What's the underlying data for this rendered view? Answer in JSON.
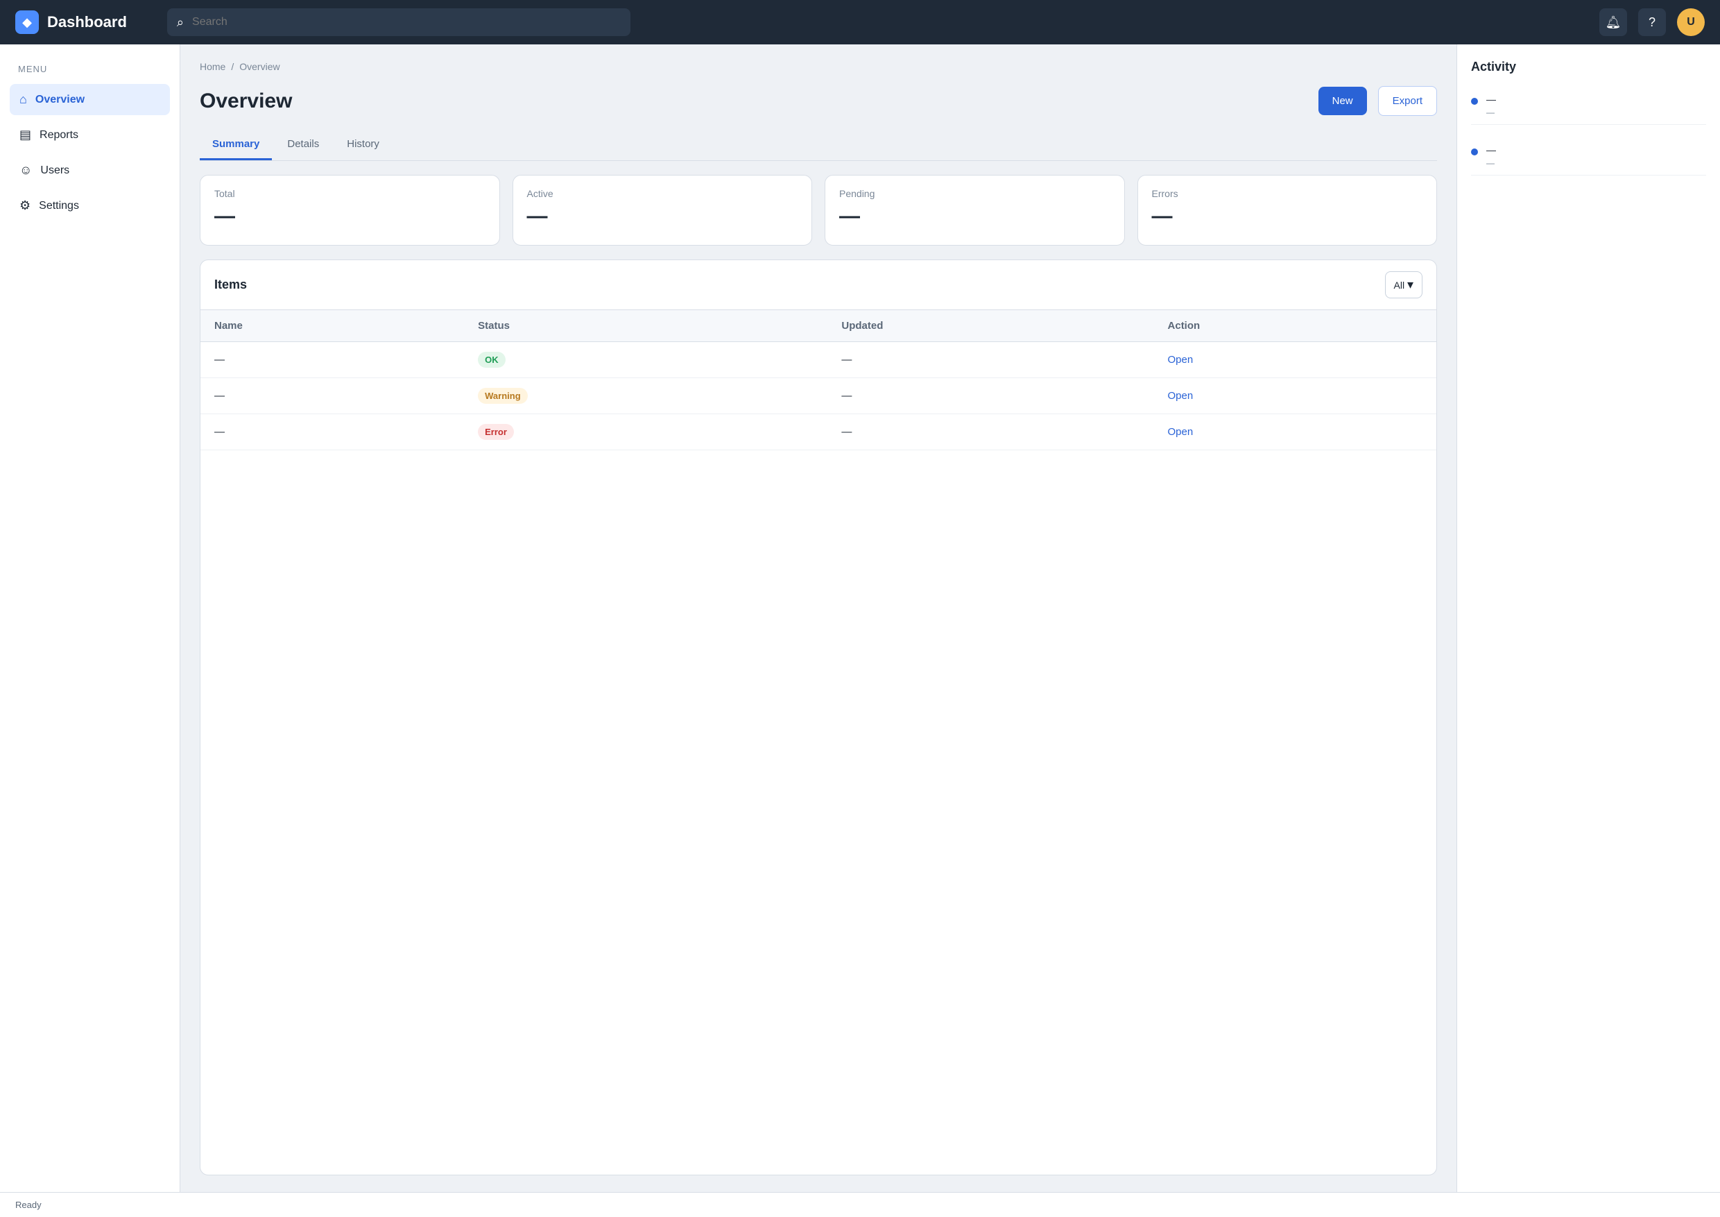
{
  "app": {
    "name": "Dashboard",
    "logo_glyph": "◆"
  },
  "search": {
    "placeholder": "Search"
  },
  "user": {
    "initials": "U"
  },
  "sidebar": {
    "section": "Menu",
    "items": [
      {
        "label": "Overview",
        "icon": "home-icon",
        "glyph": "⌂"
      },
      {
        "label": "Reports",
        "icon": "chart-icon",
        "glyph": "▤"
      },
      {
        "label": "Users",
        "icon": "users-icon",
        "glyph": "☺"
      },
      {
        "label": "Settings",
        "icon": "gear-icon",
        "glyph": "⚙"
      }
    ]
  },
  "main": {
    "breadcrumb": [
      "Home",
      "Overview"
    ],
    "title": "Overview",
    "primary_action": "New",
    "secondary_action": "Export",
    "tabs": [
      "Summary",
      "Details",
      "History"
    ],
    "cards": [
      {
        "label": "Total",
        "value": "—",
        "delta": ""
      },
      {
        "label": "Active",
        "value": "—",
        "delta": ""
      },
      {
        "label": "Pending",
        "value": "—",
        "delta": ""
      },
      {
        "label": "Errors",
        "value": "—",
        "delta": ""
      }
    ],
    "table": {
      "title": "Items",
      "filter": "All",
      "columns": [
        "Name",
        "Status",
        "Updated",
        "Action"
      ],
      "rows": [
        {
          "name": "—",
          "status": "OK",
          "status_kind": "ok",
          "updated": "—",
          "action": "Open"
        },
        {
          "name": "—",
          "status": "Warning",
          "status_kind": "warn",
          "updated": "—",
          "action": "Open"
        },
        {
          "name": "—",
          "status": "Error",
          "status_kind": "err",
          "updated": "—",
          "action": "Open"
        }
      ]
    }
  },
  "rightbar": {
    "title": "Activity",
    "items": [
      {
        "text": "—",
        "time": "—"
      },
      {
        "text": "—",
        "time": "—"
      }
    ]
  },
  "statusbar": {
    "left": "Ready",
    "right": ""
  },
  "colors": {
    "accent": "#2a63d6",
    "topbar": "#1f2a38"
  }
}
